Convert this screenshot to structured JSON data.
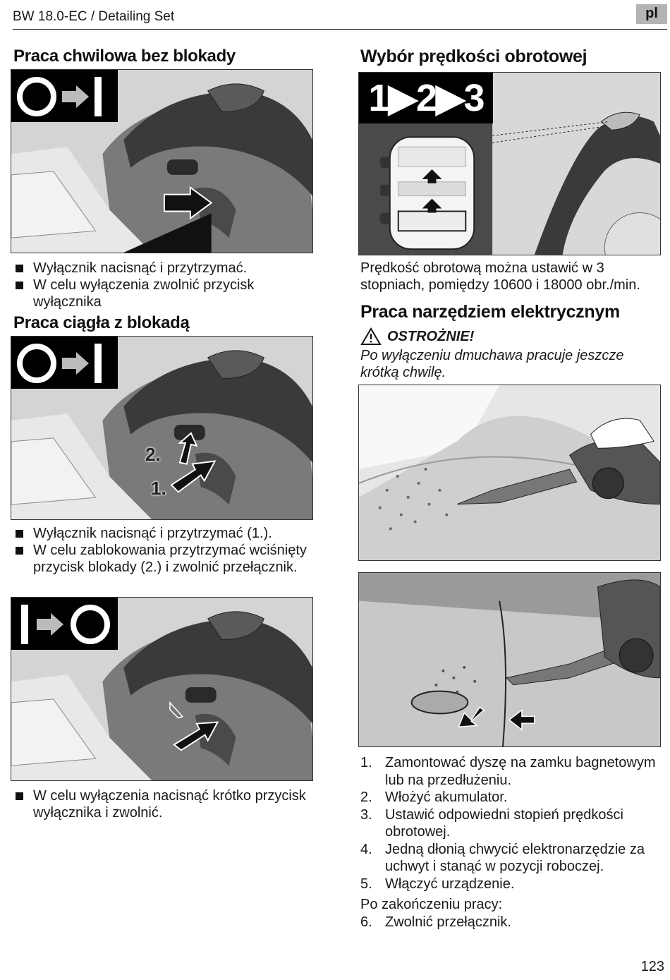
{
  "header": {
    "title": "BW 18.0-EC / Detailing Set",
    "language": "pl"
  },
  "left": {
    "section1": {
      "heading": "Praca chwilowa bez blokady",
      "icon_text": "O→I",
      "bullets": [
        "Wyłącznik nacisnąć i przytrzymać.",
        "W celu wyłączenia zwolnić przycisk wyłącznika"
      ]
    },
    "section2": {
      "heading": "Praca ciągła z blokadą",
      "icon_text": "O→I",
      "callout_1": "1.",
      "callout_2": "2.",
      "bullets": [
        "Wyłącznik nacisnąć i przytrzymać (1.).",
        "W celu zablokowania przytrzymać wciśnięty przycisk blokady (2.) i zwolnić przełącznik."
      ]
    },
    "section3": {
      "icon_text": "I→O",
      "bullets": [
        "W celu wyłączenia nacisnąć krótko przycisk wyłącznika i zwolnić."
      ]
    }
  },
  "right": {
    "speed": {
      "heading": "Wybór prędkości obrotowej",
      "icon_text": "1▶2▶3",
      "text": "Prędkość obrotową można ustawić w 3 stopniach, pomiędzy 10600 i 18000 obr./min."
    },
    "operation": {
      "heading": "Praca narzędziem elektrycznym",
      "warning_title": "OSTROŻNIE!",
      "warning_text": "Po wyłączeniu dmuchawa pracuje jeszcze krótką chwilę.",
      "steps": [
        {
          "num": "1.",
          "text": "Zamontować dyszę na zamku bagnetowym lub na przedłużeniu."
        },
        {
          "num": "2.",
          "text": "Włożyć akumulator."
        },
        {
          "num": "3.",
          "text": "Ustawić odpowiedni stopień prędkości obrotowej."
        },
        {
          "num": "4.",
          "text": "Jedną dłonią chwycić elektronarzędzie za uchwyt i stanąć w pozycji roboczej."
        },
        {
          "num": "5.",
          "text": "Włączyć urządzenie."
        }
      ],
      "after_label": "Po zakończeniu pracy:",
      "final_step": {
        "num": "6.",
        "text": "Zwolnić przełącznik."
      }
    }
  },
  "page_number": "123"
}
